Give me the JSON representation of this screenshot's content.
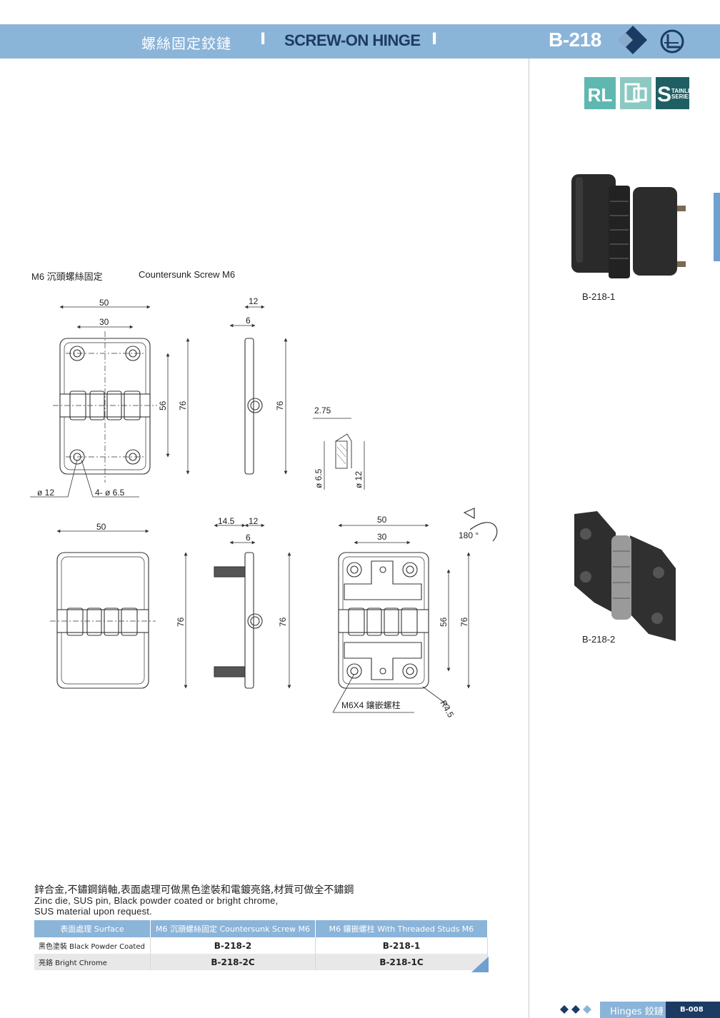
{
  "header": {
    "title_cn": "螺絲固定鉸鏈",
    "separator": "I",
    "title_en": "SCREW-ON HINGE",
    "model": "B-218"
  },
  "badges": {
    "rl": "RL",
    "stainless_s": "S",
    "stainless_text1": "TAINLESS",
    "stainless_text2": "SERIES"
  },
  "section_label": {
    "cn": "M6  沉頭螺絲固定",
    "en": "Countersunk Screw M6"
  },
  "dimensions": {
    "d50": "50",
    "d30": "30",
    "d56": "56",
    "d76": "76",
    "d12": "12",
    "d6": "6",
    "d2_75": "2.75",
    "dia6_5": "ø 6.5",
    "dia12_side": "ø 12",
    "dia12": "ø 12",
    "holes": "4- ø 6.5",
    "d14_5": "14.5",
    "angle": "180 °",
    "r4_5": "R4.5",
    "stud": "M6X4  鑲嵌螺柱"
  },
  "products": [
    {
      "code": "B-218-1"
    },
    {
      "code": "B-218-2"
    }
  ],
  "description": {
    "cn": "鋅合金,不鏽鋼銷軸,表面處理可做黑色塗裝和電鍍亮鉻,材質可做全不鏽鋼",
    "en_line1": "Zinc die, SUS pin, Black powder coated or bright chrome,",
    "en_line2": "SUS material upon request."
  },
  "table": {
    "headers": [
      "表面處理 Surface",
      "M6 沉頭螺絲固定 Countersunk Screw M6",
      "M6 鑲嵌螺柱  With Threaded Studs M6"
    ],
    "rows": [
      [
        "黑色塗裝 Black Powder Coated",
        "B-218-2",
        "B-218-1"
      ],
      [
        "亮鉻 Bright Chrome",
        "B-218-2C",
        "B-218-1C"
      ]
    ]
  },
  "footer": {
    "section": "Hinges 鉸鏈",
    "page": "B-008"
  },
  "colors": {
    "header_bg": "#8bb4d9",
    "navy": "#1c3b63",
    "badge_teal": "#5fb8b0",
    "badge_dark": "#1f5f63"
  }
}
